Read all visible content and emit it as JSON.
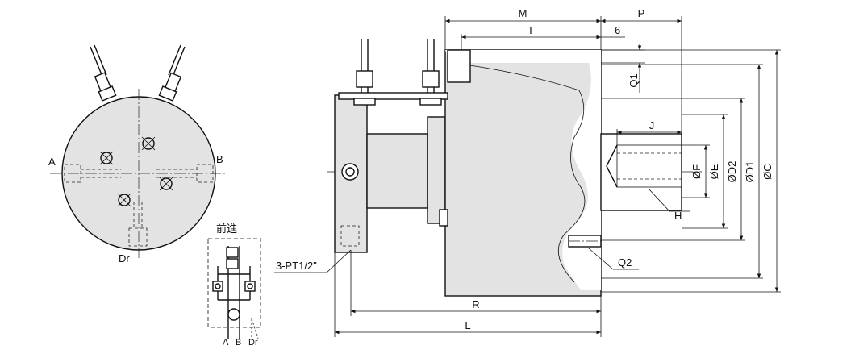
{
  "side_view": {
    "port_a": "A",
    "port_b": "B",
    "port_dr": "Dr"
  },
  "circuit": {
    "title": "前進",
    "ports": [
      "A",
      "B",
      "Dr"
    ]
  },
  "main_view": {
    "callout_ports": "3-PT1/2\"",
    "dims": {
      "M": "M",
      "P": "P",
      "T": "T",
      "six": "6",
      "Q1": "Q1",
      "J": "J",
      "H": "H",
      "Q2": "Q2",
      "R": "R",
      "L": "L",
      "F": "ØF",
      "E": "ØE",
      "D2": "ØD2",
      "D1": "ØD1",
      "C": "ØC"
    }
  }
}
